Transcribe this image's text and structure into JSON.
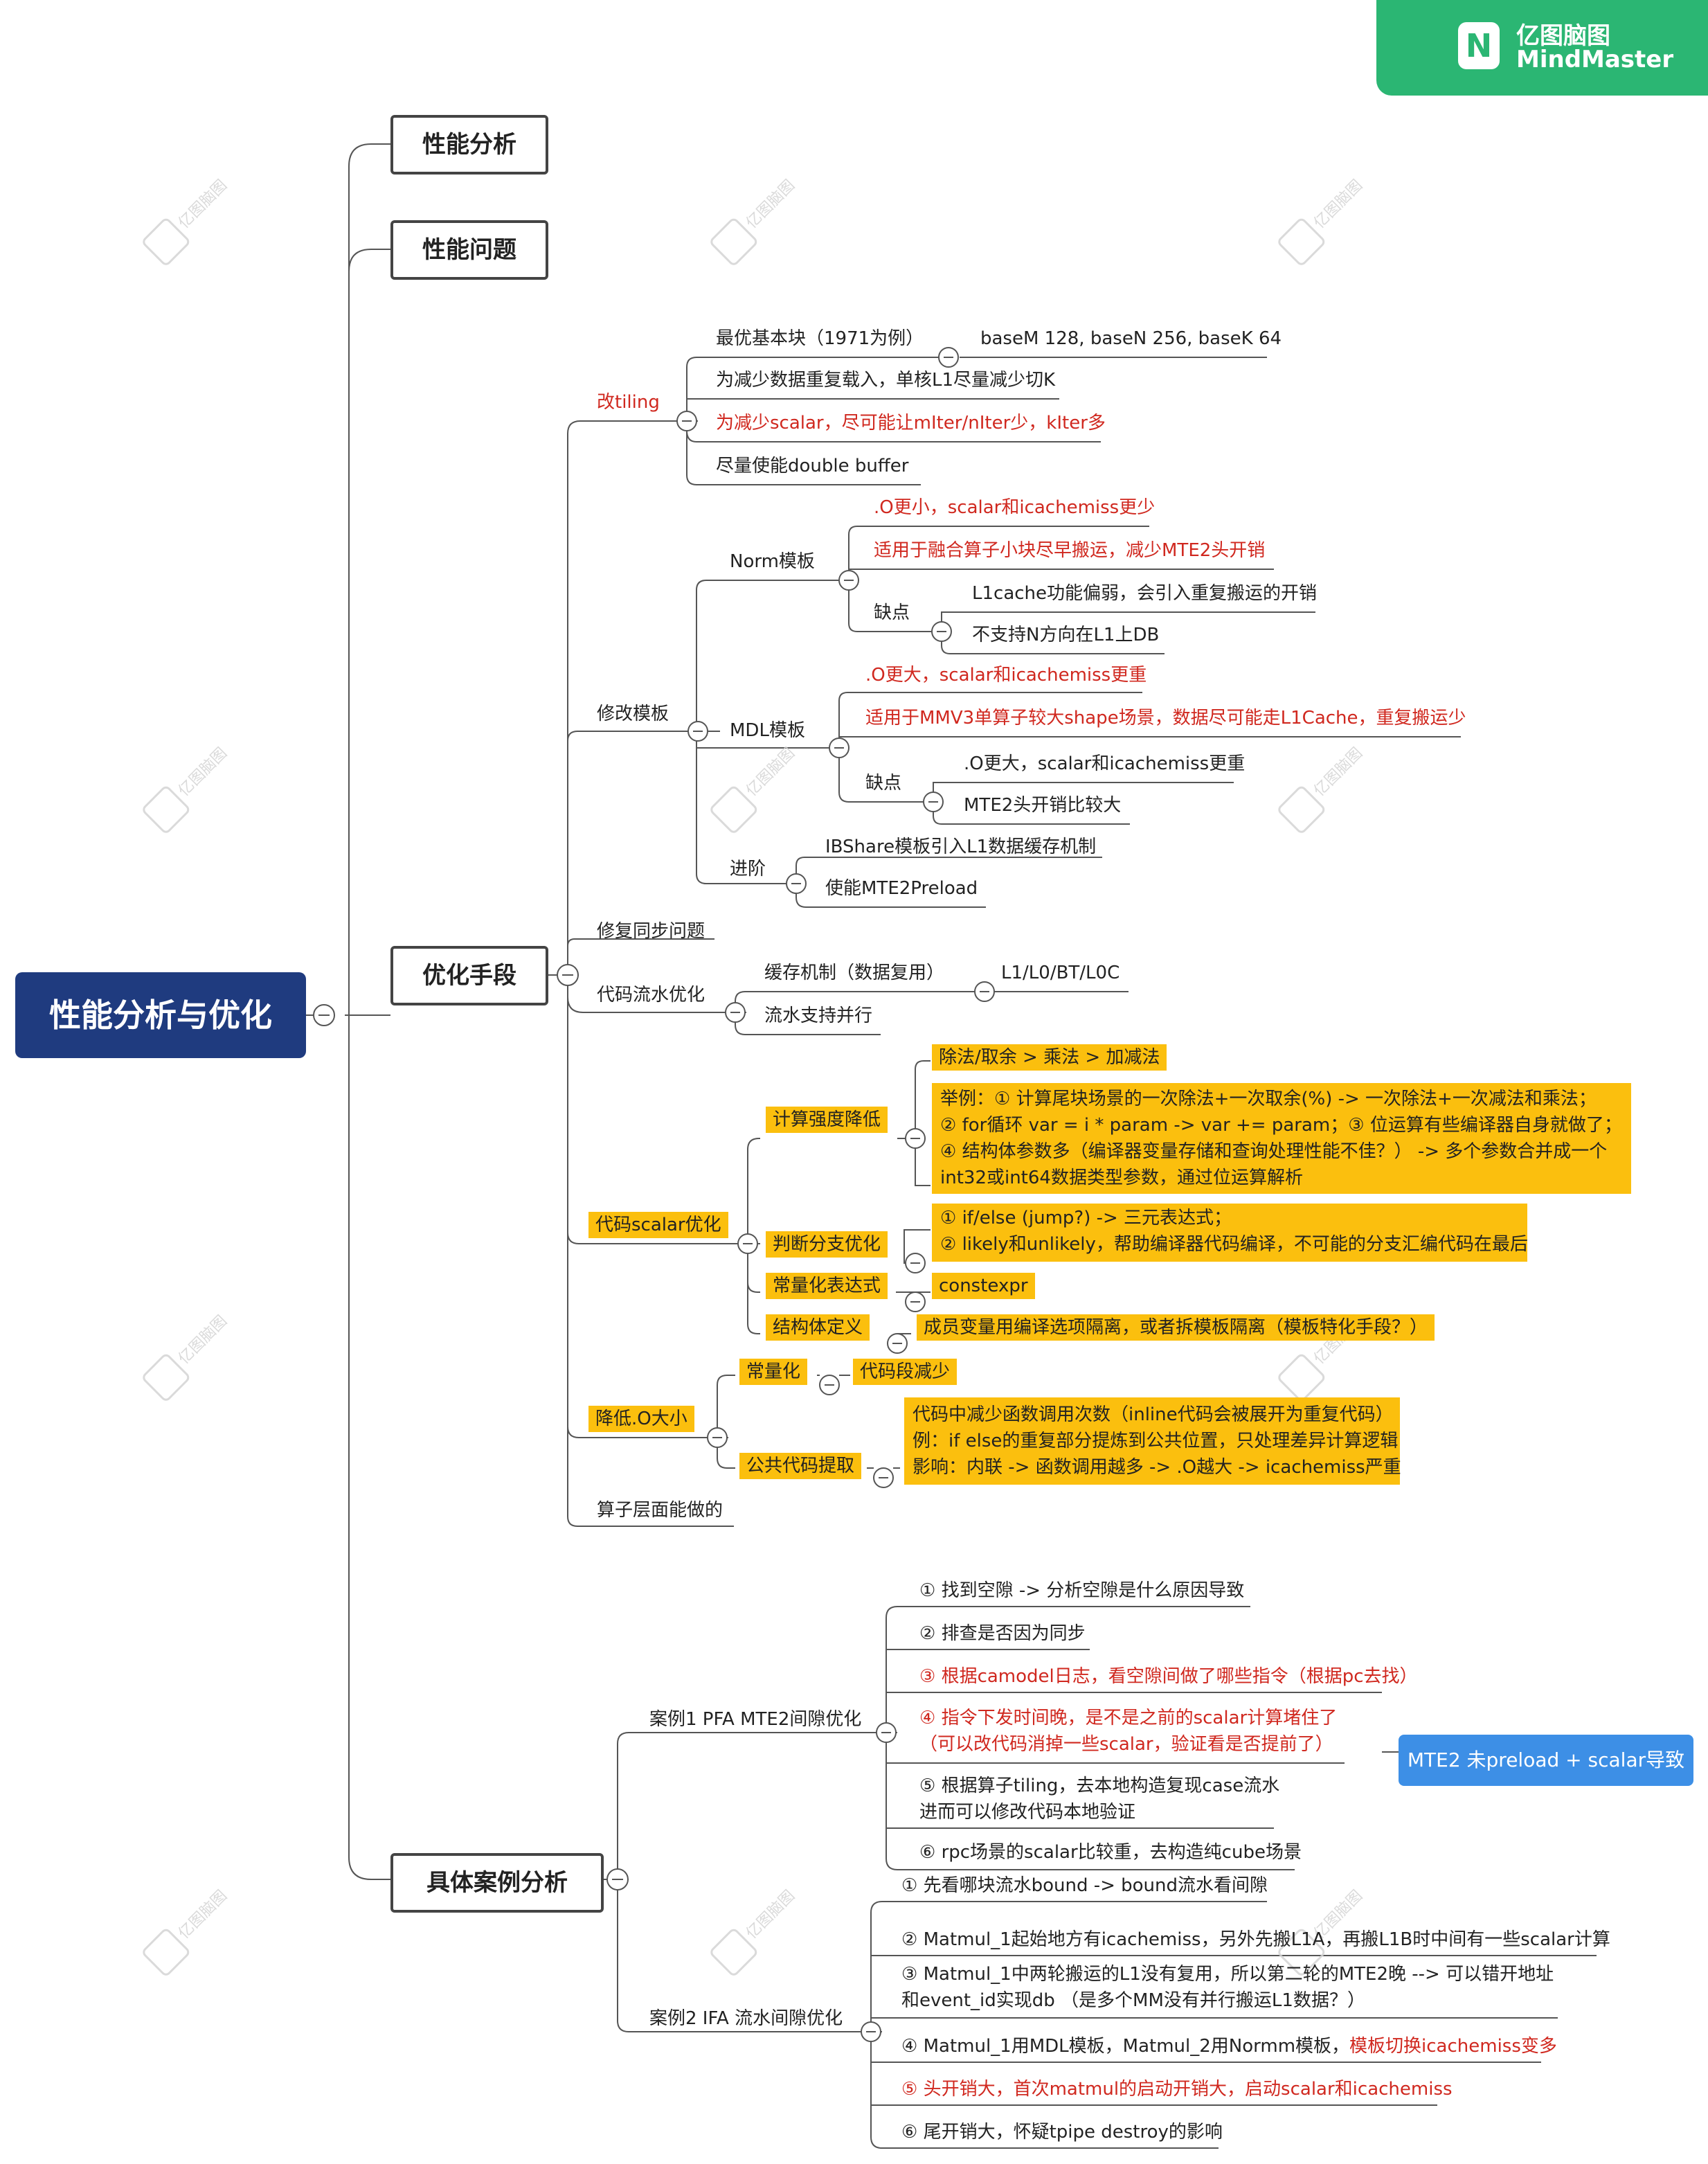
{
  "brand": {
    "name_cn": "亿图脑图",
    "name_en": "MindMaster",
    "color": "#2bb673"
  },
  "root": {
    "label": "性能分析与优化",
    "color": "#1f3b7f"
  },
  "branches": {
    "perf_analysis": "性能分析",
    "perf_problem": "性能问题",
    "opt_methods": "优化手段",
    "cases": "具体案例分析"
  },
  "tiling": {
    "label": "改tiling",
    "best_block": "最优基本块（1971为例）",
    "best_block_value": "baseM 128, baseN 256, baseK 64",
    "reduce_reload": "为减少数据重复载入，单核L1尽量减少切K",
    "reduce_scalar": "为减少scalar，尽可能让mIter/nIter少，kIter多",
    "double_buffer": "尽量使能double buffer"
  },
  "template": {
    "label": "修改模板",
    "norm": {
      "label": "Norm模板",
      "p1": ".O更小，scalar和icachemiss更少",
      "p2": "适用于融合算子小块尽早搬运，减少MTE2头开销",
      "cons": "缺点",
      "c1": "L1cache功能偏弱，会引入重复搬运的开销",
      "c2": "不支持N方向在L1上DB"
    },
    "mdl": {
      "label": "MDL模板",
      "p1": ".O更大，scalar和icachemiss更重",
      "p2": "适用于MMV3单算子较大shape场景，数据尽可能走L1Cache，重复搬运少",
      "cons": "缺点",
      "c1": ".O更大，scalar和icachemiss更重",
      "c2": "MTE2头开销比较大"
    },
    "advanced": {
      "label": "进阶",
      "a1": "IBShare模板引入L1数据缓存机制",
      "a2": "使能MTE2Preload"
    }
  },
  "sync_fix": "修复同步问题",
  "pipeline": {
    "label": "代码流水优化",
    "cache": "缓存机制（数据复用）",
    "cache_value": "L1/L0/BT/L0C",
    "parallel": "流水支持并行"
  },
  "scalar_opt": {
    "label": "代码scalar优化",
    "compute": {
      "label": "计算强度降低",
      "order": "除法/取余 > 乘法 > 加减法",
      "ex1": "举例：① 计算尾块场景的一次除法+一次取余(%) -> 一次除法+一次减法和乘法；",
      "ex2": "② for循环 var = i * param -> var += param；③ 位运算有些编译器自身就做了；",
      "ex3": "④ 结构体参数多（编译器变量存储和查询处理性能不佳？） -> 多个参数合并成一个",
      "ex4": "int32或int64数据类型参数，通过位运算解析"
    },
    "branch": {
      "label": "判断分支优化",
      "b1": "① if/else (jump?) -> 三元表达式；",
      "b2": "② likely和unlikely，帮助编译器代码编译，不可能的分支汇编代码在最后"
    },
    "constexpr": {
      "label": "常量化表达式",
      "value": "constexpr"
    },
    "struct": {
      "label": "结构体定义",
      "value": "成员变量用编译选项隔离，或者拆模板隔离（模板特化手段？）"
    }
  },
  "reduce_o": {
    "label": "降低.O大小",
    "constant": {
      "label": "常量化",
      "value": "代码段减少"
    },
    "common": {
      "label": "公共代码提取",
      "l1": "代码中减少函数调用次数（inline代码会被展开为重复代码）",
      "l2": "例：if else的重复部分提炼到公共位置，只处理差异计算逻辑",
      "l3": "影响：内联 -> 函数调用越多 -> .O越大 -> icachemiss严重"
    }
  },
  "operator_level": "算子层面能做的",
  "case1": {
    "label": "案例1 PFA MTE2间隙优化",
    "s1": "① 找到空隙 -> 分析空隙是什么原因导致",
    "s2": "② 排查是否因为同步",
    "s3": "③ 根据camodel日志，看空隙间做了哪些指令（根据pc去找）",
    "s4a": "④ 指令下发时间晚，是不是之前的scalar计算堵住了",
    "s4b": "（可以改代码消掉一些scalar，验证看是否提前了）",
    "s5a": "⑤ 根据算子tiling，去本地构造复现case流水",
    "s5b": "进而可以修改代码本地验证",
    "s6": "⑥ rpc场景的scalar比较重，去构造纯cube场景",
    "callout": "MTE2 未preload + scalar导致"
  },
  "case2": {
    "label": "案例2 IFA 流水间隙优化",
    "s1": "① 先看哪块流水bound -> bound流水看间隙",
    "s2": "② Matmul_1起始地方有icachemiss，另外先搬L1A，再搬L1B时中间有一些scalar计算",
    "s3a": "③ Matmul_1中两轮搬运的L1没有复用，所以第二轮的MTE2晚 --> 可以错开地址",
    "s3b": "和event_id实现db （是多个MM没有并行搬运L1数据？）",
    "s4a": "④ Matmul_1用MDL模板，Matmul_2用Normm模板，",
    "s4b": "模板切换icachemiss变多",
    "s5": "⑤ 头开销大，首次matmul的启动开销大，启动scalar和icachemiss",
    "s6": "⑥ 尾开销大，怀疑tpipe destroy的影响"
  }
}
